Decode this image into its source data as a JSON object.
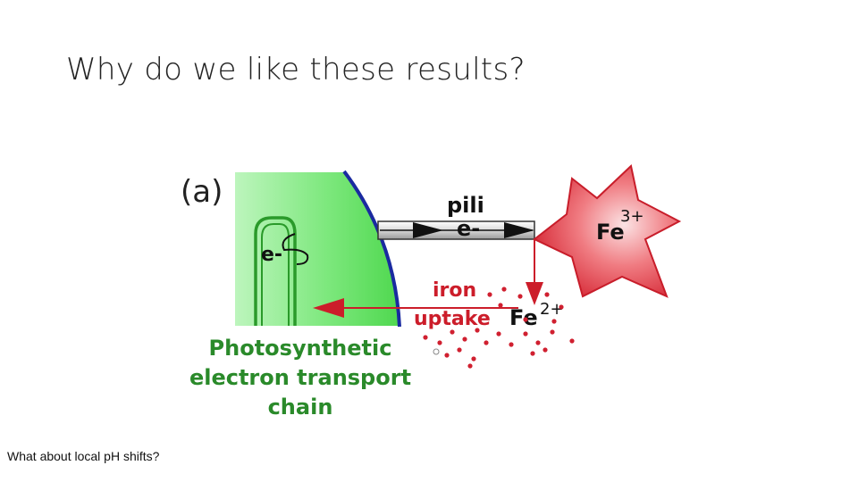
{
  "slide": {
    "title": "Why do we like these results?",
    "footnote": "What about local pH shifts?"
  },
  "diagram": {
    "panel_label": "(a)",
    "pili_label": "pili",
    "pili_electron_label": "e-",
    "cell_electron_label": "e-",
    "iron_label_line1": "iron",
    "iron_label_line2": "uptake",
    "fe3_base": "Fe",
    "fe3_charge": "3+",
    "fe2_base": "Fe",
    "fe2_charge": "2+",
    "chain_line1": "Photosynthetic",
    "chain_line2": "electron transport",
    "chain_line3": "chain",
    "colors": {
      "cell_green": "#5fe05f",
      "membrane_blue": "#1a2aa0",
      "chain_text_green": "#2a8a2a",
      "iron_red": "#cc1d2a",
      "fe3_star_red": "#e8474f"
    }
  }
}
